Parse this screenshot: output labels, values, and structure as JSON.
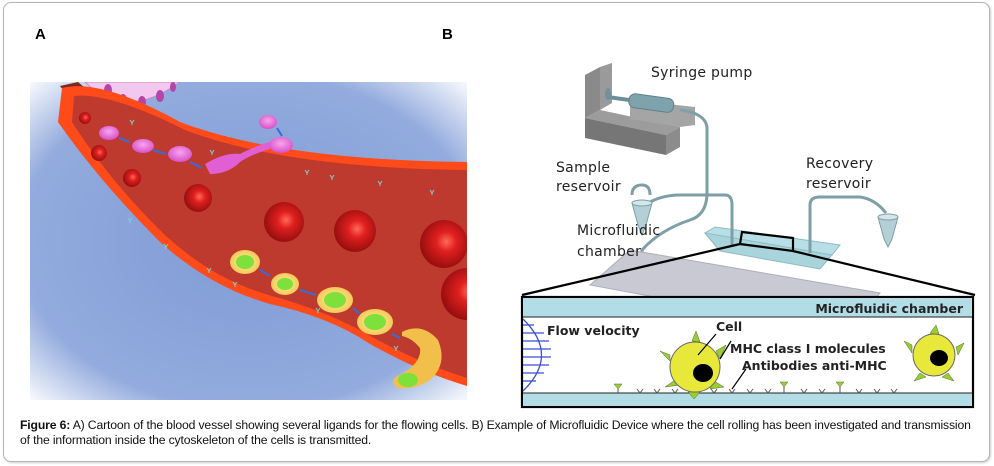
{
  "figure": {
    "panel_labels": {
      "a": "A",
      "b": "B"
    },
    "panel_a": {
      "description": "Cartoon of a blood vessel with red blood cells, rolling leukocytes (pink and yellow/green) and ligands on the vessel wall"
    },
    "panel_b": {
      "labels": {
        "syringe_pump": "Syringe pump",
        "sample_reservoir_line1": "Sample",
        "sample_reservoir_line2": "reservoir",
        "recovery_reservoir_line1": "Recovery",
        "recovery_reservoir_line2": "reservoir",
        "microfluidic_chamber_line1": "Microfluidic",
        "microfluidic_chamber_line2": "chamber"
      },
      "inset": {
        "title": "Microfluidic chamber",
        "flow_velocity": "Flow velocity",
        "cell": "Cell",
        "mhc": "MHC class I molecules",
        "antibodies": "Antibodies anti-MHC"
      }
    },
    "caption": {
      "label": "Figure 6:",
      "text": " A) Cartoon of the blood vessel showing several ligands for the flowing cells. B) Example of Microfluidic Device where the cell rolling has been investigated and transmission of the information inside the cytoskeleton of the cells is transmitted."
    },
    "colors": {
      "vessel_outer": "#ff4a1a",
      "vessel_inner": "#c0392b",
      "background_blue": "#8aa4d8",
      "chamber_blue": "#b2dde6",
      "cell_yellow": "#e8e83a",
      "spike_green": "#9acd32"
    }
  }
}
